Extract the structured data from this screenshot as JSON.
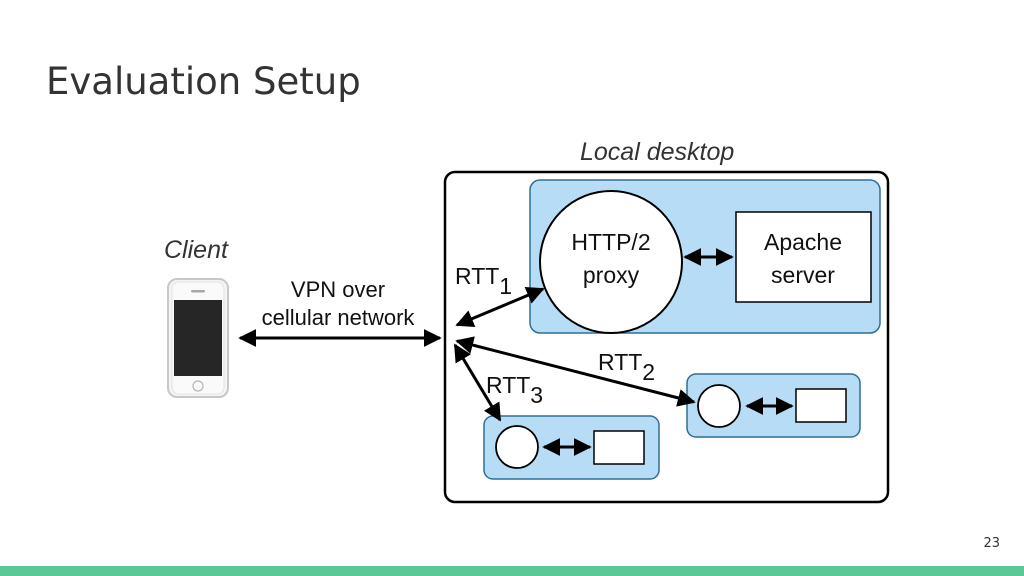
{
  "slide": {
    "title": "Evaluation Setup",
    "page_number": "23",
    "footer_color": "#5bc995"
  },
  "diagram": {
    "local_desktop_label": "Local desktop",
    "client_label": "Client",
    "link_label_line1": "VPN over",
    "link_label_line2": "cellular network",
    "proxy_label_line1": "HTTP/2",
    "proxy_label_line2": "proxy",
    "server_label_line1": "Apache",
    "server_label_line2": "server",
    "rtt_base": "RTT",
    "rtt1_sub": "1",
    "rtt2_sub": "2",
    "rtt3_sub": "3",
    "box_fill": "#b7dcf5",
    "box_stroke": "#2e6f95"
  }
}
